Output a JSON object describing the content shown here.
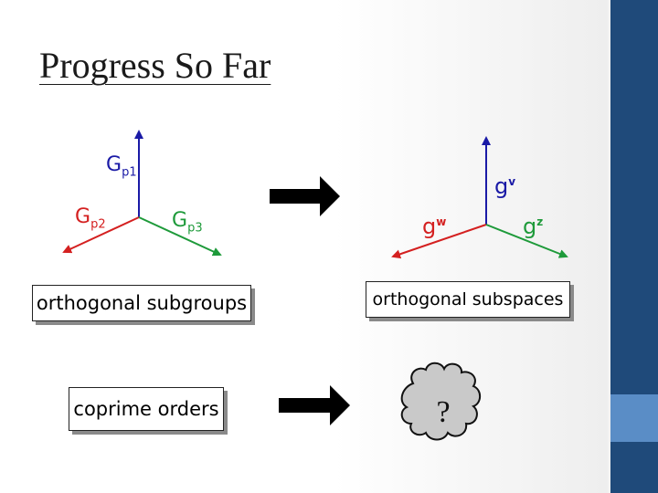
{
  "slide": {
    "title": "Progress So Far"
  },
  "left_diagram": {
    "axis_labels": {
      "up": "G",
      "up_sub": "p1",
      "left": "G",
      "left_sub": "p2",
      "right": "G",
      "right_sub": "p3"
    },
    "box_label": "orthogonal subgroups"
  },
  "right_diagram": {
    "axis_labels": {
      "up": "g",
      "up_sup": "v",
      "left": "g",
      "left_sup": "w",
      "right": "g",
      "right_sup": "z"
    },
    "box_label": "orthogonal subspaces"
  },
  "bottom": {
    "box_label": "coprime orders",
    "cloud_text": "?"
  },
  "colors": {
    "blue_axis": "#1a1aa6",
    "red_axis": "#d42020",
    "green_axis": "#1e9a3a",
    "sidebar_dark": "#1f4a7a",
    "sidebar_light": "#5a8dc6"
  }
}
